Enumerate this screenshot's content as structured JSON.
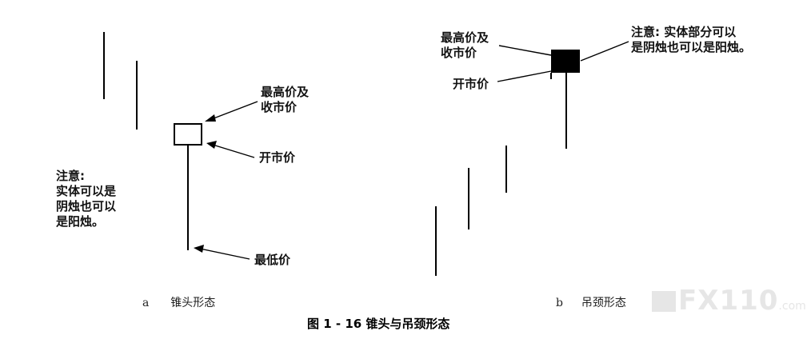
{
  "hammer": {
    "label_high_close": [
      "最高价及",
      "收市价"
    ],
    "label_open": "开市价",
    "label_low": "最低价",
    "note": [
      "注意:",
      "实体可以是",
      "阴烛也可以",
      "是阳烛。"
    ],
    "subcaption_letter": "a",
    "subcaption": "锥头形态"
  },
  "hanging_man": {
    "label_high_close": [
      "最高价及",
      "收市价"
    ],
    "label_open": "开市价",
    "note": [
      "注意: 实体部分可以",
      "是阴烛也可以是阳烛。"
    ],
    "subcaption_letter": "b",
    "subcaption": "吊颈形态"
  },
  "caption": "图 1 - 16   锥头与吊颈形态",
  "watermark": {
    "main": "FX110",
    "suffix": ".com"
  }
}
